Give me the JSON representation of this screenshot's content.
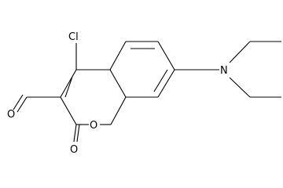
{
  "diagram": {
    "type": "chemical-structure",
    "atom_labels": {
      "chlorine": "Cl",
      "nitrogen": "N",
      "aldehyde_oxygen": "O",
      "ring_oxygen": "O",
      "carbonyl_oxygen": "O"
    }
  }
}
